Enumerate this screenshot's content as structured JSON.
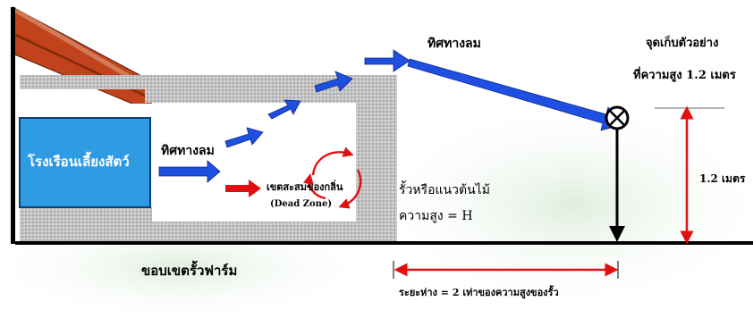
{
  "labels": {
    "barn": "โรงเรือนเลี้ยงสัตว์",
    "wind_lower": "ทิศทางลม",
    "wind_upper": "ทิศทางลม",
    "dead_zone_th": "เขตสะสมของกลิ่น",
    "dead_zone_en": "(Dead Zone)",
    "fence_line1": "รั้วหรือแนวต้นไม้",
    "fence_line2": "ความสูง = H",
    "sampling_line1": "จุดเก็บตัวอย่าง",
    "sampling_line2": "ที่ความสูง 1.2 เมตร",
    "height_label": "1.2 เมตร",
    "farm_boundary": "ขอบเขตรั้วฟาร์ม",
    "distance_label": "ระยะห่าง = 2 เท่าของความสูงของรั้ว"
  },
  "colors": {
    "roof": "#c0431c",
    "barn": "#2f9be3",
    "wind_arrow": "#1f4fe0",
    "red_arrow": "#e01010",
    "fence": "#b9b9b9"
  },
  "icons": {
    "sampling_point": "circle-x-icon",
    "circular_flow": "circular-arrows-icon"
  }
}
